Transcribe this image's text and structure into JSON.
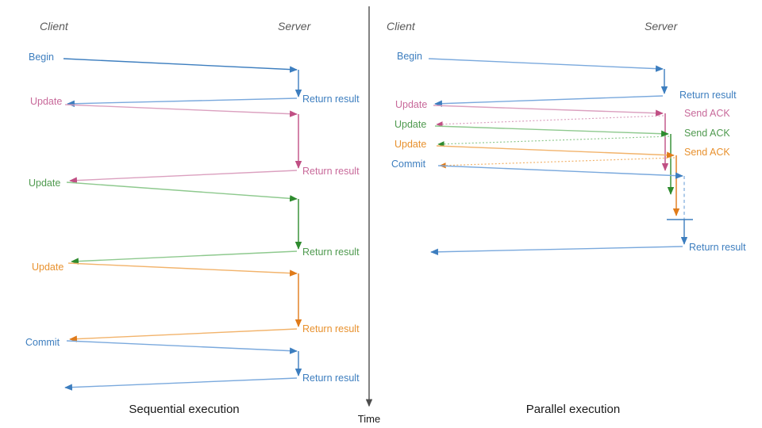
{
  "figure": {
    "divider_color": "#595959",
    "background": "#ffffff"
  },
  "time_axis": {
    "label": "Time",
    "color": "#4d4d4d"
  },
  "palette": {
    "blue": "#3d7ebf",
    "blue_light": "#7aa9dd",
    "pink": "#c8699a",
    "pink_dark": "#c04f84",
    "green": "#4f9a4f",
    "green_dark": "#2e8b2e",
    "orange": "#e8912e",
    "orange_dark": "#e07b1a",
    "header_gray": "#595959",
    "caption_black": "#1a1a1a"
  },
  "panels": [
    {
      "id": "sequential",
      "caption": "Sequential execution",
      "lanes": {
        "client": "Client",
        "server": "Server"
      },
      "messages": [
        {
          "label": "Begin",
          "side": "client",
          "color": "blue"
        },
        {
          "label": "Return result",
          "side": "server",
          "color": "blue"
        },
        {
          "label": "Update",
          "side": "client",
          "color": "pink"
        },
        {
          "label": "Return result",
          "side": "server",
          "color": "pink"
        },
        {
          "label": "Update",
          "side": "client",
          "color": "green"
        },
        {
          "label": "Return result",
          "side": "server",
          "color": "green"
        },
        {
          "label": "Update",
          "side": "client",
          "color": "orange"
        },
        {
          "label": "Return result",
          "side": "server",
          "color": "orange"
        },
        {
          "label": "Commit",
          "side": "client",
          "color": "blue"
        },
        {
          "label": "Return result",
          "side": "server",
          "color": "blue"
        }
      ]
    },
    {
      "id": "parallel",
      "caption": "Parallel execution",
      "lanes": {
        "client": "Client",
        "server": "Server"
      },
      "messages": [
        {
          "label": "Begin",
          "side": "client",
          "color": "blue"
        },
        {
          "label": "Return result",
          "side": "server",
          "color": "blue"
        },
        {
          "label": "Update",
          "side": "client",
          "color": "pink"
        },
        {
          "label": "Send ACK",
          "side": "server",
          "color": "pink"
        },
        {
          "label": "Update",
          "side": "client",
          "color": "green"
        },
        {
          "label": "Send ACK",
          "side": "server",
          "color": "green"
        },
        {
          "label": "Update",
          "side": "client",
          "color": "orange"
        },
        {
          "label": "Send ACK",
          "side": "server",
          "color": "orange"
        },
        {
          "label": "Commit",
          "side": "client",
          "color": "blue"
        },
        {
          "label": "Return result",
          "side": "server",
          "color": "blue"
        }
      ]
    }
  ],
  "labels": {
    "seq": {
      "begin": "Begin",
      "ret1": "Return result",
      "update1": "Update",
      "ret2": "Return result",
      "update2": "Update",
      "ret3": "Return result",
      "update3": "Update",
      "ret4": "Return result",
      "commit": "Commit",
      "ret5": "Return result",
      "client": "Client",
      "server": "Server",
      "caption": "Sequential execution"
    },
    "par": {
      "begin": "Begin",
      "ret1": "Return result",
      "update1": "Update",
      "ack1": "Send ACK",
      "update2": "Update",
      "ack2": "Send ACK",
      "update3": "Update",
      "ack3": "Send ACK",
      "commit": "Commit",
      "ret2": "Return result",
      "client": "Client",
      "server": "Server",
      "caption": "Parallel execution"
    },
    "time": "Time"
  }
}
